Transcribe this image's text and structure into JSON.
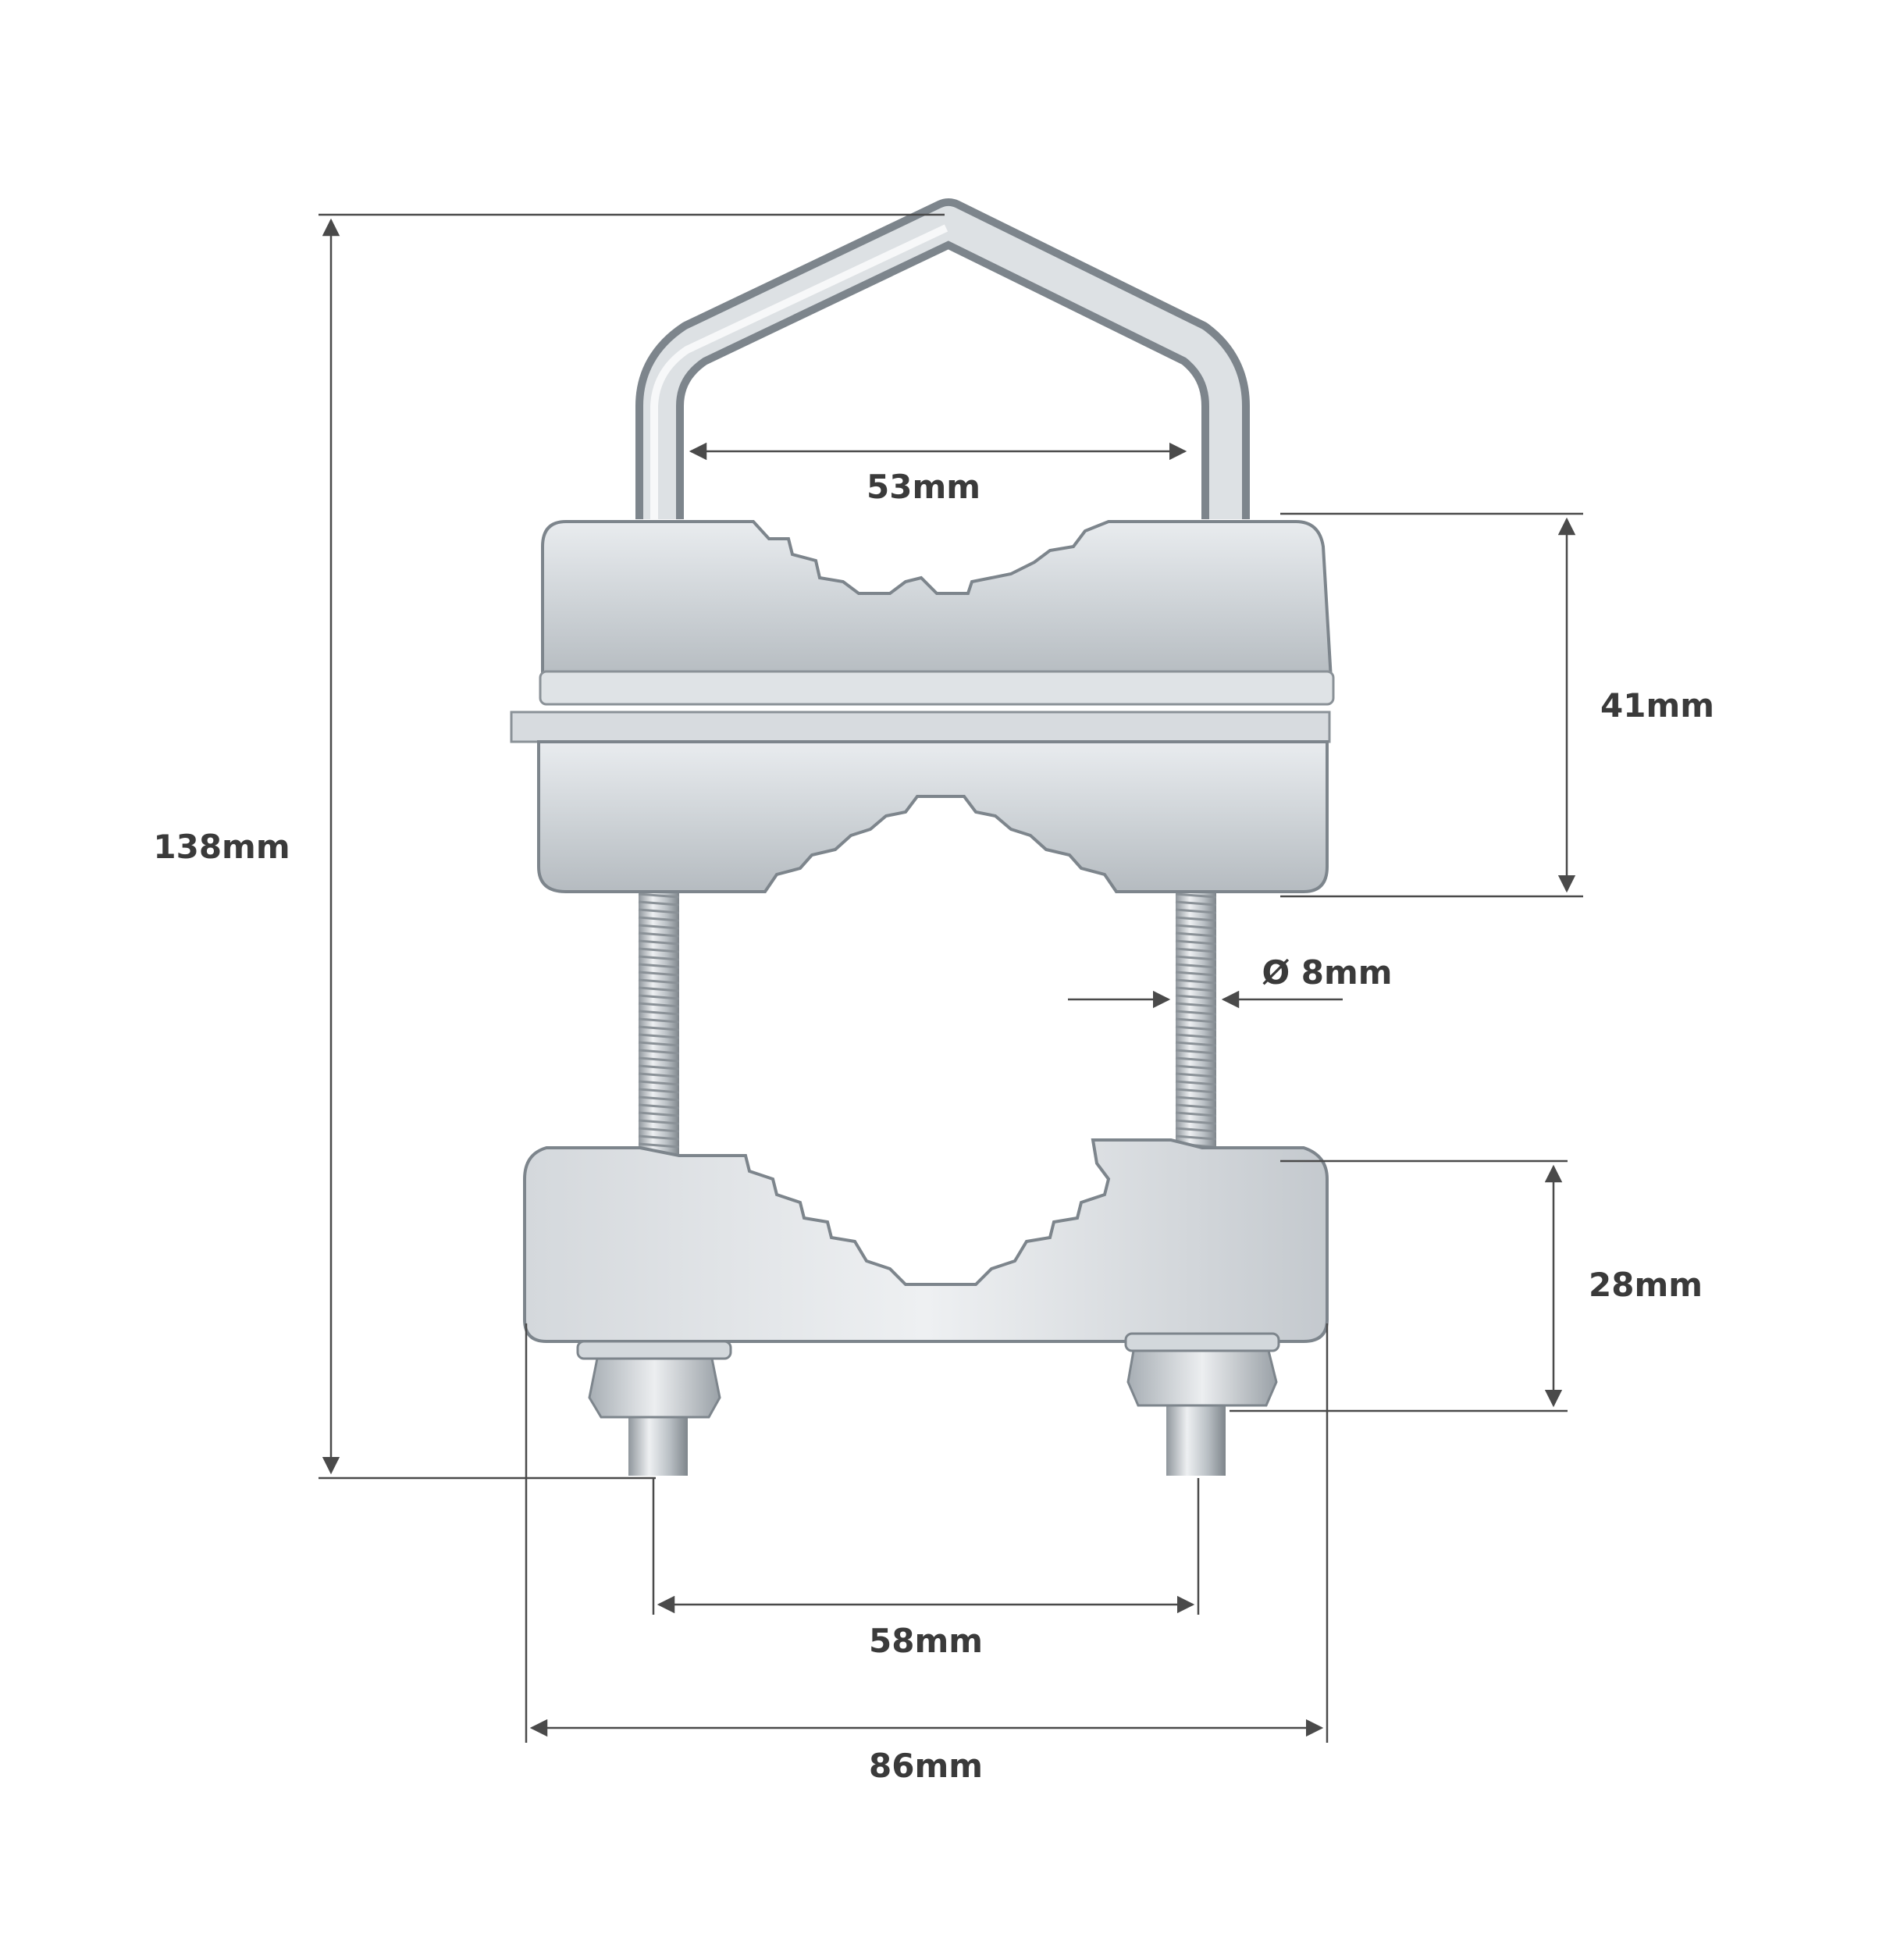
{
  "dimensions": {
    "total_height": "138mm",
    "u_bolt_inner_width": "53mm",
    "upper_clamp_height": "41mm",
    "bolt_diameter": "Ø 8mm",
    "lower_clamp_height": "28mm",
    "bolt_spacing": "58mm",
    "clamp_width": "86mm"
  },
  "colors": {
    "background": "#ffffff",
    "dimension_line": "#4a4a4a",
    "label_text": "#3a3a3a",
    "metal_light": "#e6e9ec",
    "metal_mid": "#c9ced3",
    "metal_dark": "#9ea5ab",
    "metal_edge": "#7d858c"
  }
}
